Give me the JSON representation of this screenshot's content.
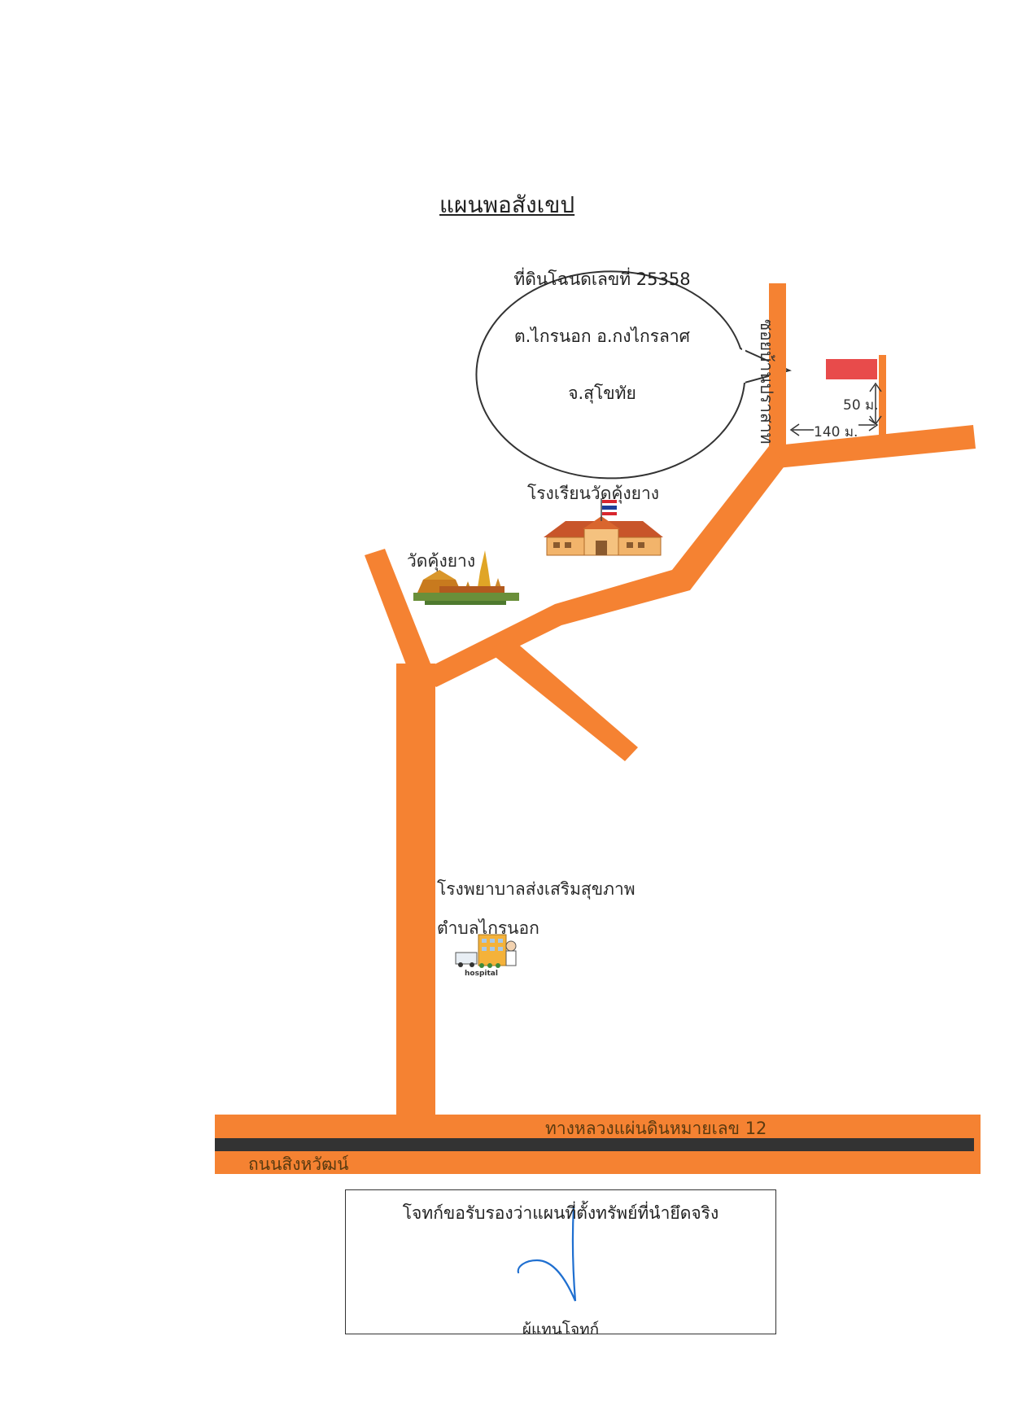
{
  "title": "แผนพอสังเขป",
  "parcel_info": {
    "line1": "ที่ดินโฉนดเลขที่ 25358",
    "line2": "ต.ไกรนอก อ.กงไกรลาศ",
    "line3": "จ.สุโขทัย"
  },
  "soi_name": "ซอยบ้านปราสาท",
  "distances": {
    "to_soi": "140 ม.",
    "offset": "50 ม."
  },
  "landmarks": {
    "school": "โรงเรียนวัดคุ้งยาง",
    "temple": "วัดคุ้งยาง",
    "hospital_line1": "โรงพยาบาลส่งเสริมสุขภาพ",
    "hospital_line2": "ตำบลไกรนอก",
    "hospital_icon_text": "hospital"
  },
  "highway": {
    "name": "ทางหลวงแผ่นดินหมายเลข 12",
    "alt_name": "ถนนสิงหวัฒน์"
  },
  "certification": {
    "text": "โจทก์ขอรับรองว่าแผนที่ตั้งทรัพย์ที่นำยึดจริง",
    "signer": "ผู้แทนโจทก์"
  },
  "colors": {
    "road": "#F58232",
    "highway_center": "#333333",
    "parcel_marker": "#E84B4B",
    "signature_ink": "#1F6FD0"
  },
  "icons": [
    "school-icon",
    "temple-icon",
    "hospital-icon"
  ]
}
